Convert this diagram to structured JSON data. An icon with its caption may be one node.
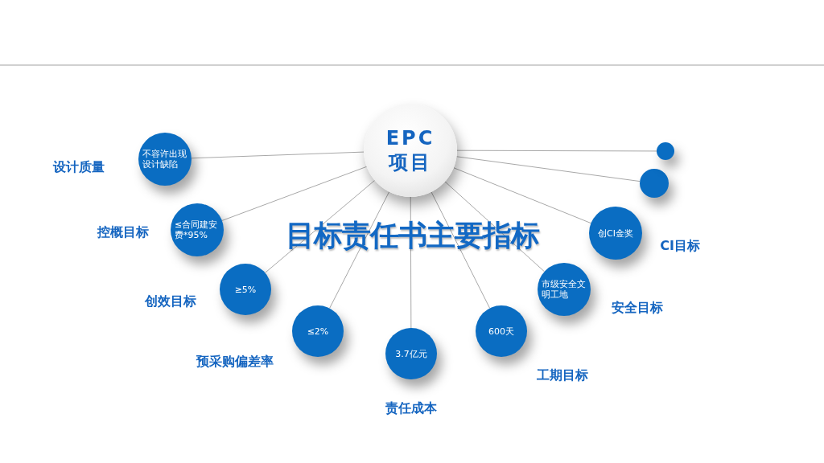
{
  "diagram": {
    "title": "目标责任书主要指标",
    "nodes": [
      {
        "text": [
          "EPC项目"
        ]
      },
      {
        "text": [
          "不容许出现设计缺陷"
        ],
        "beside": [
          "设计质量"
        ]
      },
      {
        "text": [
          "≤合同建安费*95%"
        ],
        "beside": [
          "控概目标"
        ]
      },
      {
        "text": [
          "≥5%"
        ],
        "beside": [
          "创效目标"
        ]
      },
      {
        "text": [
          "≤2%"
        ],
        "beside": [
          "预采购偏差率"
        ]
      },
      {
        "text": [
          "3.7亿元"
        ],
        "beside": [
          "责任成本"
        ]
      },
      {
        "text": [
          "600天"
        ],
        "beside": [
          "工期目标"
        ]
      },
      {
        "text": [
          "市级安全文明工地"
        ],
        "beside": [
          "安全目标"
        ]
      },
      {
        "text": [
          "创CI金奖"
        ],
        "beside": [
          "CI目标"
        ]
      },
      {
        "text": [],
        "shape": "circle"
      },
      {
        "text": [],
        "shape": "circle"
      }
    ],
    "edges": [
      {
        "from": 0,
        "to": 1,
        "arrow": "none"
      },
      {
        "from": 0,
        "to": 2,
        "arrow": "none"
      },
      {
        "from": 0,
        "to": 3,
        "arrow": "none"
      },
      {
        "from": 0,
        "to": 4,
        "arrow": "none"
      },
      {
        "from": 0,
        "to": 5,
        "arrow": "none"
      },
      {
        "from": 0,
        "to": 6,
        "arrow": "none"
      },
      {
        "from": 0,
        "to": 7,
        "arrow": "none"
      },
      {
        "from": 0,
        "to": 8,
        "arrow": "none"
      },
      {
        "from": 0,
        "to": 9,
        "arrow": "none"
      },
      {
        "from": 0,
        "to": 10,
        "arrow": "none"
      }
    ]
  }
}
